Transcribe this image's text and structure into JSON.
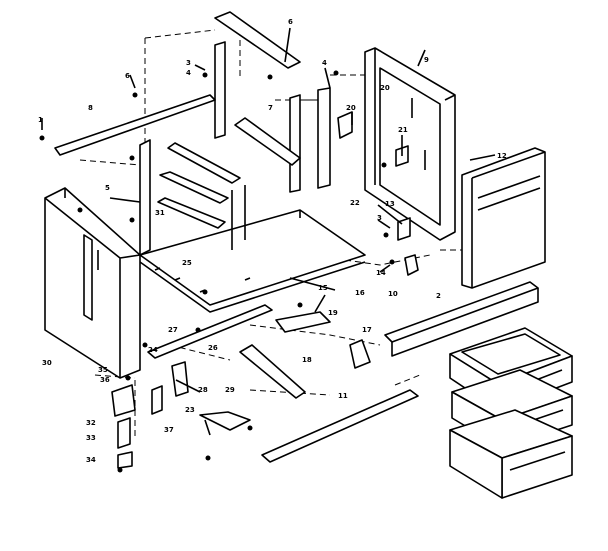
{
  "callouts": [
    {
      "id": "c-1-left",
      "text": "1"
    },
    {
      "id": "c-3-top",
      "text": "3"
    },
    {
      "id": "c-4-top",
      "text": "4"
    },
    {
      "id": "c-6-top",
      "text": "6"
    },
    {
      "id": "c-6-rail",
      "text": "6"
    },
    {
      "id": "c-7-top",
      "text": "7"
    },
    {
      "id": "c-8-top",
      "text": "8"
    },
    {
      "id": "c-9-top",
      "text": "9"
    },
    {
      "id": "c-4-right",
      "text": "4"
    },
    {
      "id": "c-20-top",
      "text": "20"
    },
    {
      "id": "c-20-left",
      "text": "20"
    },
    {
      "id": "c-21-right",
      "text": "21"
    },
    {
      "id": "c-12-right",
      "text": "12"
    },
    {
      "id": "c-22-right",
      "text": "22"
    },
    {
      "id": "c-13-right",
      "text": "13"
    },
    {
      "id": "c-3-right",
      "text": "3"
    },
    {
      "id": "c-14-right",
      "text": "14"
    },
    {
      "id": "c-10-right",
      "text": "10"
    },
    {
      "id": "c-16-center",
      "text": "16"
    },
    {
      "id": "c-15-center",
      "text": "15"
    },
    {
      "id": "c-19-center",
      "text": "19"
    },
    {
      "id": "c-5-left",
      "text": "5"
    },
    {
      "id": "c-25-center",
      "text": "25"
    },
    {
      "id": "c-31-center",
      "text": "31"
    },
    {
      "id": "c-30-left",
      "text": "30"
    },
    {
      "id": "c-17-right",
      "text": "17"
    },
    {
      "id": "c-18-center",
      "text": "18"
    },
    {
      "id": "c-26-center",
      "text": "26"
    },
    {
      "id": "c-27-center",
      "text": "27"
    },
    {
      "id": "c-28-center",
      "text": "28"
    },
    {
      "id": "c-29-center",
      "text": "29"
    },
    {
      "id": "c-23-center",
      "text": "23"
    },
    {
      "id": "c-24-center",
      "text": "24"
    },
    {
      "id": "c-11-center",
      "text": "11"
    },
    {
      "id": "c-2-right",
      "text": "2"
    },
    {
      "id": "c-32-left",
      "text": "32"
    },
    {
      "id": "c-33-left",
      "text": "33"
    },
    {
      "id": "c-34-left",
      "text": "34"
    },
    {
      "id": "c-35-left",
      "text": "35"
    },
    {
      "id": "c-36-left",
      "text": "36"
    },
    {
      "id": "c-37-center",
      "text": "37"
    }
  ]
}
